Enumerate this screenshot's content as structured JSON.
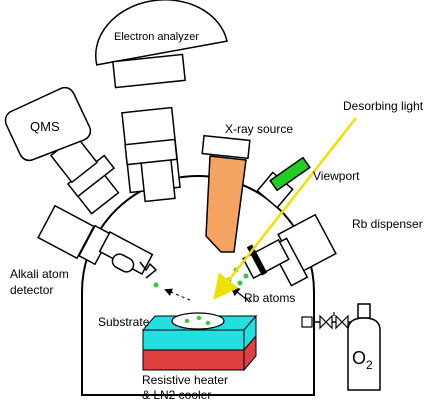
{
  "labels": {
    "electron_analyzer": "Electron analyzer",
    "desorbing_light": "Desorbing light",
    "qms": "QMS",
    "xray_source": "X-ray source",
    "viewport": "Viewport",
    "rb_dispenser": "Rb dispenser",
    "alkali_line1": "Alkali atom",
    "alkali_line2": "detector",
    "rb_atoms": "Rb atoms",
    "substrate": "Substrate",
    "heater_line1": "Resistive heater",
    "heater_line2": "& LN2 cooler",
    "o2_base": "O",
    "o2_sub": "2"
  },
  "colors": {
    "line": "#000000",
    "xray_source": "#f4a460",
    "viewport": "#22cc22",
    "desorbing_light": "#f0e000",
    "atoms": "#33cc33",
    "substrate_top": "#22e0e0",
    "heater": "#e04040",
    "background": "#ffffff"
  }
}
